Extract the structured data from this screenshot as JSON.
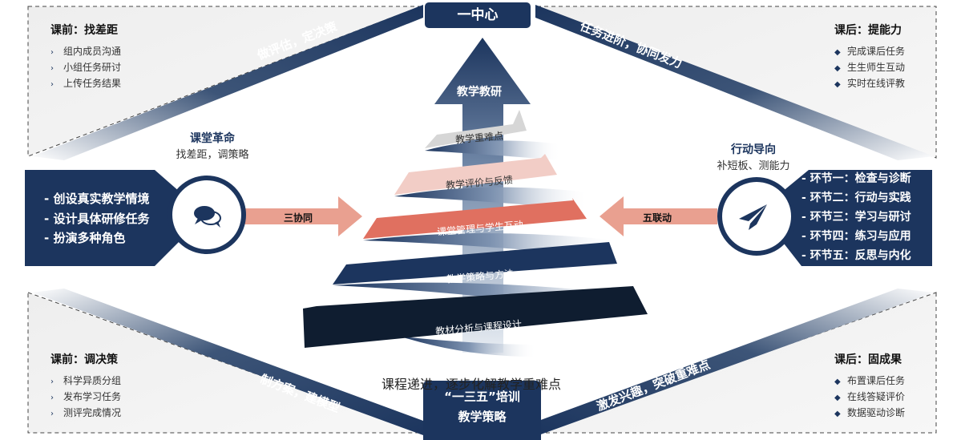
{
  "center_top": "一中心",
  "center_bottom": {
    "line1": "“一三五”培训",
    "line2": "教学策略"
  },
  "arrow_label": "教学教研",
  "spiral": [
    "教学重难点",
    "教学评价与反馈",
    "课堂管理与学生互动",
    "教学策略与方法",
    "教材分析与课程设计"
  ],
  "caption": "课程递进，逐步化解教学重难点",
  "banners": {
    "top_left": "做评估，定决策",
    "top_right": "任务进阶，协同发力",
    "bottom_left": "制方案，建模型",
    "bottom_right": "激发兴趣，突破重难点"
  },
  "panels": {
    "top_left": {
      "title": "课前：找差距",
      "items": [
        "组内成员沟通",
        "小组任务研讨",
        "上传任务结果"
      ],
      "marker": "›"
    },
    "top_right": {
      "title": "课后：提能力",
      "items": [
        "完成课后任务",
        "生生师生互动",
        "实时在线评教"
      ],
      "marker": "◆"
    },
    "bottom_left": {
      "title": "课前：调决策",
      "items": [
        "科学异质分组",
        "发布学习任务",
        "测评完成情况"
      ],
      "marker": "›"
    },
    "bottom_right": {
      "title": "课后：固成果",
      "items": [
        "布置课后任务",
        "在线答疑评价",
        "数据驱动诊断"
      ],
      "marker": "◆"
    }
  },
  "left": {
    "title": "课堂革命",
    "subtitle": "找差距，调策略",
    "items": [
      "- 创设真实教学情境",
      "- 设计具体研修任务",
      "- 扮演多种角色"
    ],
    "arrow": "三协同",
    "icon": "chat-bubbles-icon"
  },
  "right": {
    "title": "行动导向",
    "subtitle": "补短板、测能力",
    "items": [
      "- 环节一：检查与诊断",
      "- 环节二：行动与实践",
      "- 环节三：学习与研讨",
      "- 环节四：练习与应用",
      "- 环节五：反思与内化"
    ],
    "arrow": "五联动",
    "icon": "paper-plane-icon"
  },
  "colors": {
    "navy": "#1c355e",
    "coral": "#e07060",
    "pink": "#f2cdc6",
    "salmon": "#e9a090",
    "gray": "#d6d6d6"
  }
}
